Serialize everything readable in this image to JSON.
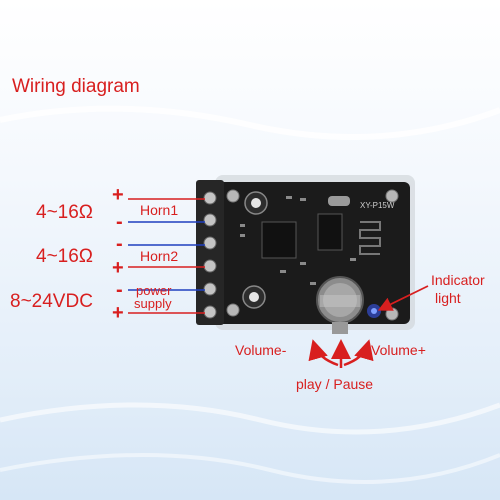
{
  "title": "Wiring diagram",
  "outputs": {
    "speaker1": {
      "impedance": "4~16Ω",
      "label": "Horn1"
    },
    "speaker2": {
      "impedance": "4~16Ω",
      "label": "Horn2"
    },
    "power": {
      "voltage": "8~24VDC",
      "label_line1": "power",
      "label_line2": "supply"
    }
  },
  "polarity": {
    "plus": "+",
    "minus": "-"
  },
  "board": {
    "model": "XY-P15W"
  },
  "controls": {
    "indicator_line1": "Indicator",
    "indicator_line2": "light",
    "volume_minus": "Volume-",
    "volume_plus": "Volume+",
    "play_pause": "play / Pause"
  },
  "colors": {
    "label": "#d81f1f",
    "wire_red": "#d81f1f",
    "wire_blue": "#1f3fbf",
    "pcb": "#1b1b1b",
    "terminal": "#262626",
    "indicator": "#3b5bff"
  }
}
